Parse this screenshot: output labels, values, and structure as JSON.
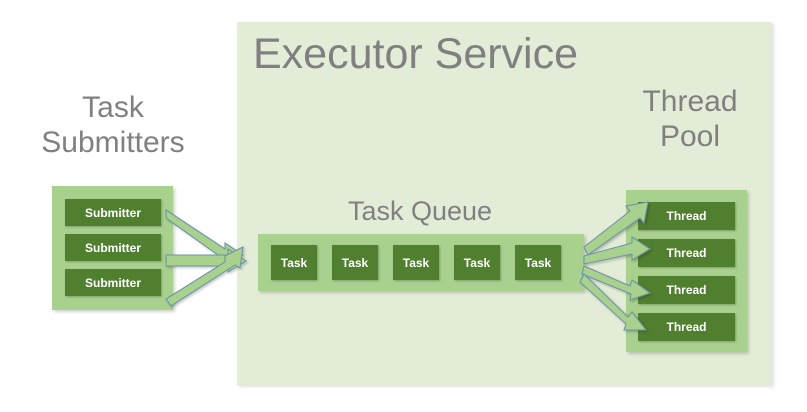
{
  "diagram": {
    "title": "Executor Service",
    "background_color": "#ffffff",
    "container_color": "#e3ecd7",
    "panel_color": "#a9d18e",
    "box_color": "#4f7f2f",
    "label_color": "#808080",
    "arrow_fill_color": "#a9d18e",
    "arrow_outline_color": "#6e94a8"
  },
  "submitters": {
    "label": "Task\nSubmitters",
    "items": [
      {
        "label": "Submitter"
      },
      {
        "label": "Submitter"
      },
      {
        "label": "Submitter"
      }
    ]
  },
  "task_queue": {
    "label": "Task Queue",
    "items": [
      {
        "label": "Task"
      },
      {
        "label": "Task"
      },
      {
        "label": "Task"
      },
      {
        "label": "Task"
      },
      {
        "label": "Task"
      }
    ]
  },
  "thread_pool": {
    "label": "Thread\nPool",
    "items": [
      {
        "label": "Thread"
      },
      {
        "label": "Thread"
      },
      {
        "label": "Thread"
      },
      {
        "label": "Thread"
      }
    ]
  }
}
